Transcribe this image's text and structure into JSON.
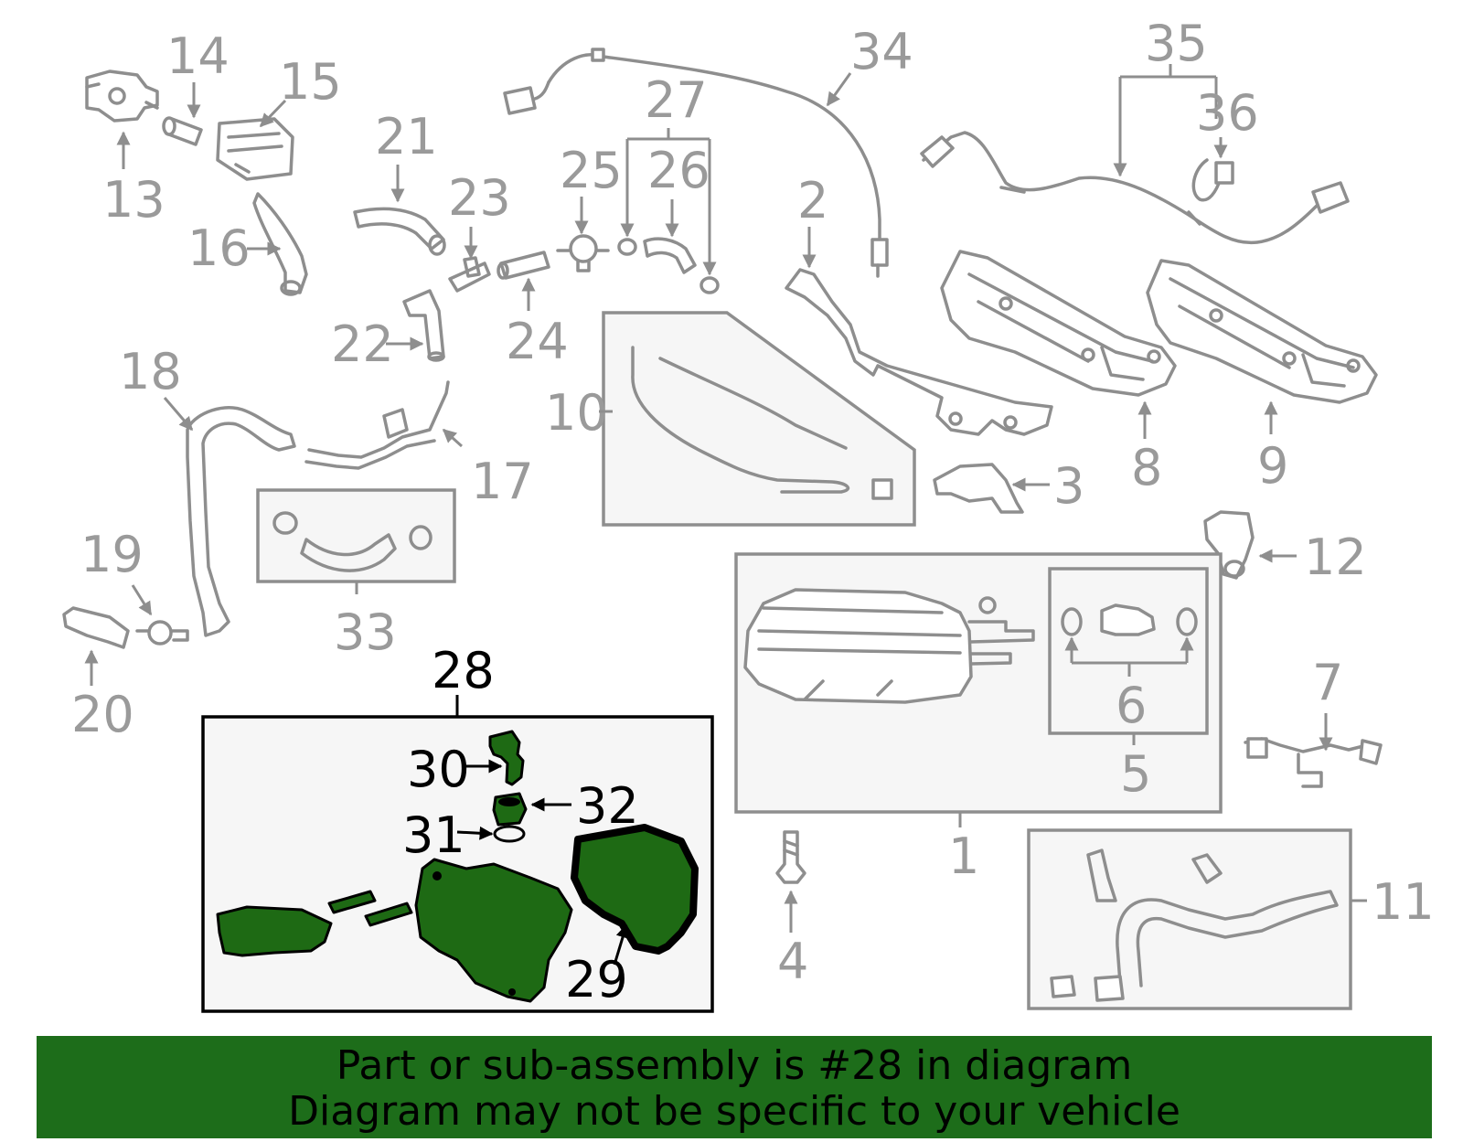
{
  "callouts": {
    "c1": "1",
    "c2": "2",
    "c3": "3",
    "c4": "4",
    "c5": "5",
    "c6": "6",
    "c7": "7",
    "c8": "8",
    "c9": "9",
    "c10": "10",
    "c11": "11",
    "c12": "12",
    "c13": "13",
    "c14": "14",
    "c15": "15",
    "c16": "16",
    "c17": "17",
    "c18": "18",
    "c19": "19",
    "c20": "20",
    "c21": "21",
    "c22": "22",
    "c23": "23",
    "c24": "24",
    "c25": "25",
    "c26": "26",
    "c27": "27",
    "c28": "28",
    "c29": "29",
    "c30": "30",
    "c31": "31",
    "c32": "32",
    "c33": "33",
    "c34": "34",
    "c35": "35",
    "c36": "36"
  },
  "highlight": {
    "part_number": "28",
    "color": "#1e6a14"
  },
  "banner": {
    "line1": "Part or sub-assembly is #28 in diagram",
    "line2": "Diagram may not be specific to your vehicle",
    "background": "#1d6d1a"
  }
}
